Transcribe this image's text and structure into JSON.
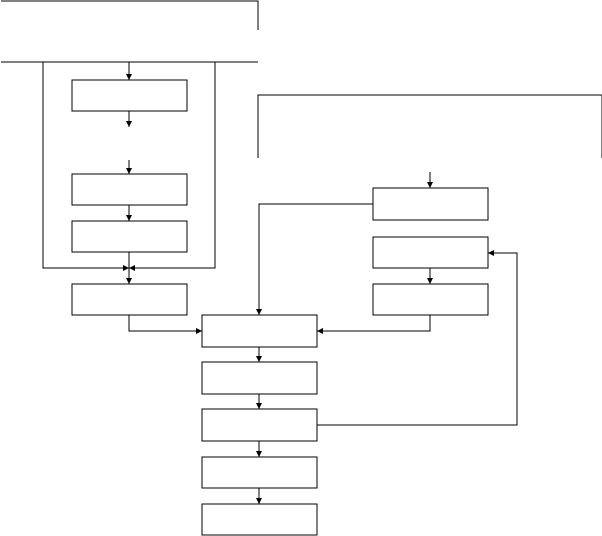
{
  "diagram": {
    "stroke_color": "#000000",
    "background": "#ffffff",
    "frames": [
      {
        "id": "frame-top-left"
      },
      {
        "id": "frame-right"
      }
    ],
    "boxes": [
      {
        "id": "box-l1",
        "label": ""
      },
      {
        "id": "box-l2",
        "label": ""
      },
      {
        "id": "box-l3",
        "label": ""
      },
      {
        "id": "box-l4",
        "label": ""
      },
      {
        "id": "box-r1",
        "label": ""
      },
      {
        "id": "box-r2",
        "label": ""
      },
      {
        "id": "box-r3",
        "label": ""
      },
      {
        "id": "box-c1",
        "label": ""
      },
      {
        "id": "box-c2",
        "label": ""
      },
      {
        "id": "box-c3",
        "label": ""
      },
      {
        "id": "box-c4",
        "label": ""
      },
      {
        "id": "box-c5",
        "label": ""
      }
    ],
    "edges": [
      {
        "from": "frame-top-left",
        "to": "box-l1"
      },
      {
        "from": "box-l1",
        "to": "box-l2"
      },
      {
        "from": "box-l2",
        "to": "box-l3"
      },
      {
        "from": "box-l3",
        "to": "box-l4"
      },
      {
        "from": "frame-top-left",
        "to": "box-l4"
      },
      {
        "from": "box-l4",
        "to": "box-c1"
      },
      {
        "from": "frame-right",
        "to": "box-r1"
      },
      {
        "from": "box-r1",
        "to": "box-c1"
      },
      {
        "from": "box-r2",
        "to": "box-r3"
      },
      {
        "from": "box-r3",
        "to": "box-c1"
      },
      {
        "from": "box-c1",
        "to": "box-c2"
      },
      {
        "from": "box-c2",
        "to": "box-c3"
      },
      {
        "from": "box-c3",
        "to": "box-c4"
      },
      {
        "from": "box-c4",
        "to": "box-c5"
      },
      {
        "from": "box-c3",
        "to": "box-r2"
      }
    ]
  }
}
